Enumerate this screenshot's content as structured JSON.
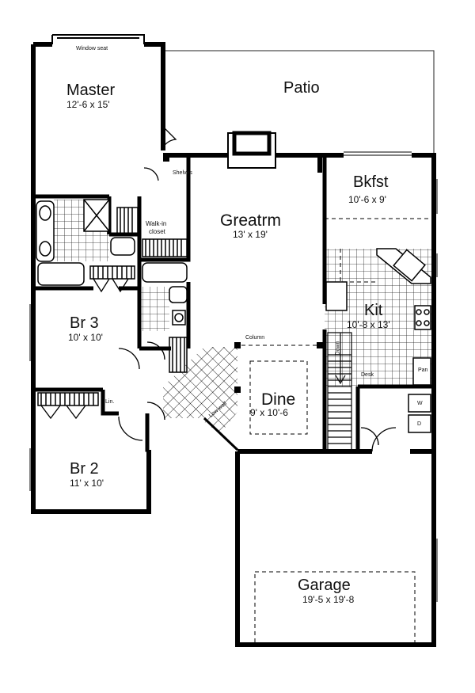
{
  "rooms": {
    "master": {
      "name": "Master",
      "size": "12'-6 x 15'"
    },
    "patio": {
      "name": "Patio"
    },
    "bkfst": {
      "name": "Bkfst",
      "size": "10'-6 x 9'"
    },
    "greatrm": {
      "name": "Greatrm",
      "size": "13' x 19'"
    },
    "br3": {
      "name": "Br 3",
      "size": "10' x 10'"
    },
    "kit": {
      "name": "Kit",
      "size": "10'-8 x 13'"
    },
    "dine": {
      "name": "Dine",
      "size": "9' x 10'-6"
    },
    "br2": {
      "name": "Br 2",
      "size": "11' x 10'"
    },
    "garage": {
      "name": "Garage",
      "size": "19'-5 x 19'-8"
    }
  },
  "annotations": {
    "window_seat": "Window seat",
    "shelves": "Shelves",
    "walk_in_line1": "Walk-in",
    "walk_in_line2": "closet",
    "column": "Column",
    "low_wall": "Low wall",
    "down": "Down",
    "desk": "Desk",
    "pan": "Pan",
    "linen": "Lin.",
    "washer": "W",
    "dryer": "D"
  }
}
